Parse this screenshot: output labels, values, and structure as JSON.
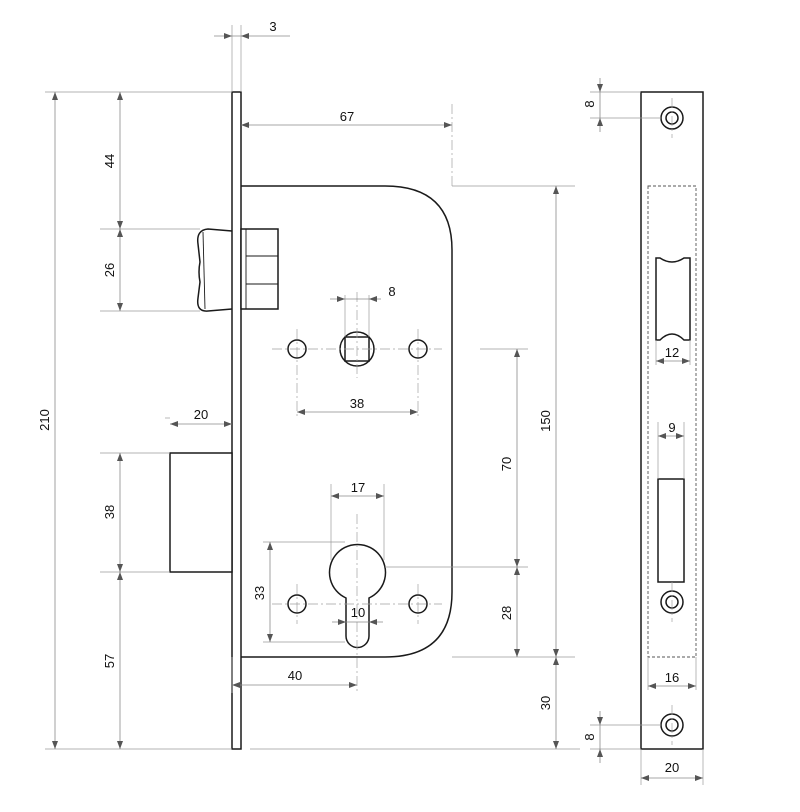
{
  "dimensions": {
    "faceplate_thickness": "3",
    "backset": "67",
    "latch_to_top": "44",
    "latch_height": "26",
    "spindle_square": "8",
    "screw_spacing_top": "38",
    "bolt_projection": "20",
    "bolt_height": "38",
    "total_height": "210",
    "case_height": "150",
    "center_distance": "70",
    "cylinder_width": "17",
    "cylinder_center_to_bottom": "28",
    "cylinder_height": "33",
    "cylinder_slot": "10",
    "cylinder_backset": "40",
    "bolt_to_bottom": "57",
    "case_to_bottom": "30",
    "top_hole_offset": "8",
    "latch_window_width": "12",
    "bolt_window_width": "9",
    "faceplate_inner_width": "16",
    "bottom_hole_offset": "8",
    "faceplate_width": "20"
  }
}
